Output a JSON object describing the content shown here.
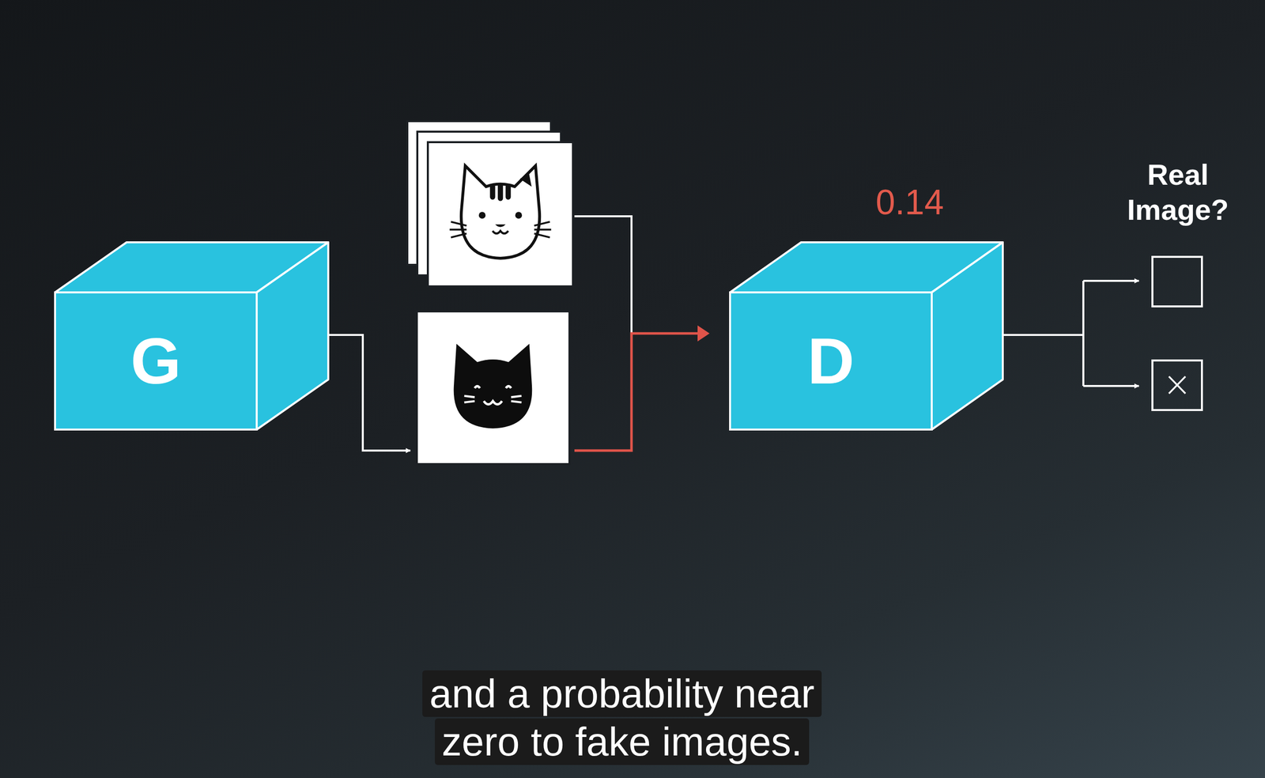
{
  "diagram": {
    "caption": "and a probability near zero to fake images.",
    "nodes": [
      {
        "text": [
          "G"
        ]
      },
      {
        "text": [
          "D"
        ]
      }
    ],
    "labels": [
      "0.14",
      "Real Image?"
    ]
  }
}
